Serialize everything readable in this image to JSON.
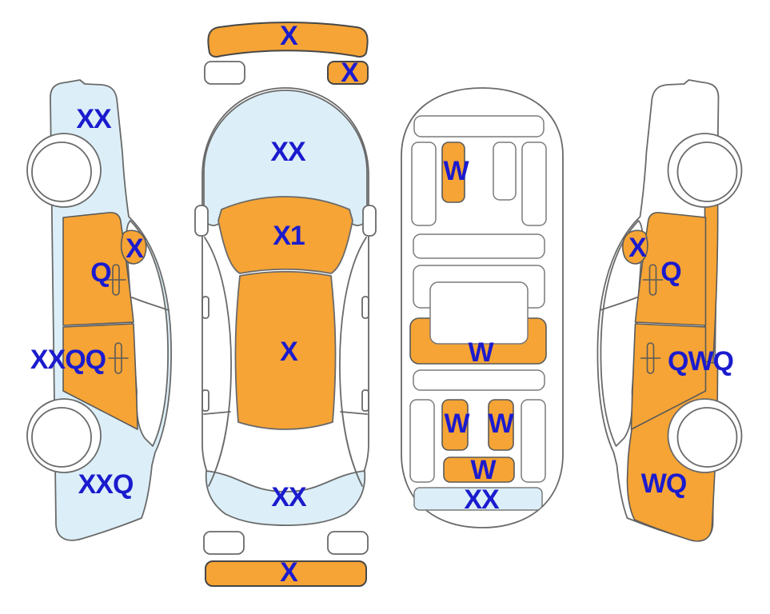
{
  "diagram_labels": {
    "left_side": {
      "front_fender": "XX",
      "mirror": "X",
      "front_door": "Q",
      "rear_door": "XXQQ",
      "rear_fender": "XXQ"
    },
    "top": {
      "front_bumper": "X",
      "headlight_right": "X",
      "hood": "XX",
      "windshield": "X1",
      "roof": "X",
      "rear_glass": "XX",
      "rear_bumper": "X"
    },
    "interior": {
      "front_seat": "W",
      "rear_bench": "W",
      "cargo_left": "W",
      "cargo_right": "W",
      "cargo_rear": "W",
      "rear_sill": "XX"
    },
    "right_side": {
      "mirror": "X",
      "front_door": "Q",
      "rear_door": "QWQ",
      "rear_fender": "WQ"
    }
  },
  "colors": {
    "damage_orange": "#F5A435",
    "damage_blue": "#DCEFF8",
    "label_text": "#1B1BCE",
    "outline": "#6A6A6A"
  }
}
